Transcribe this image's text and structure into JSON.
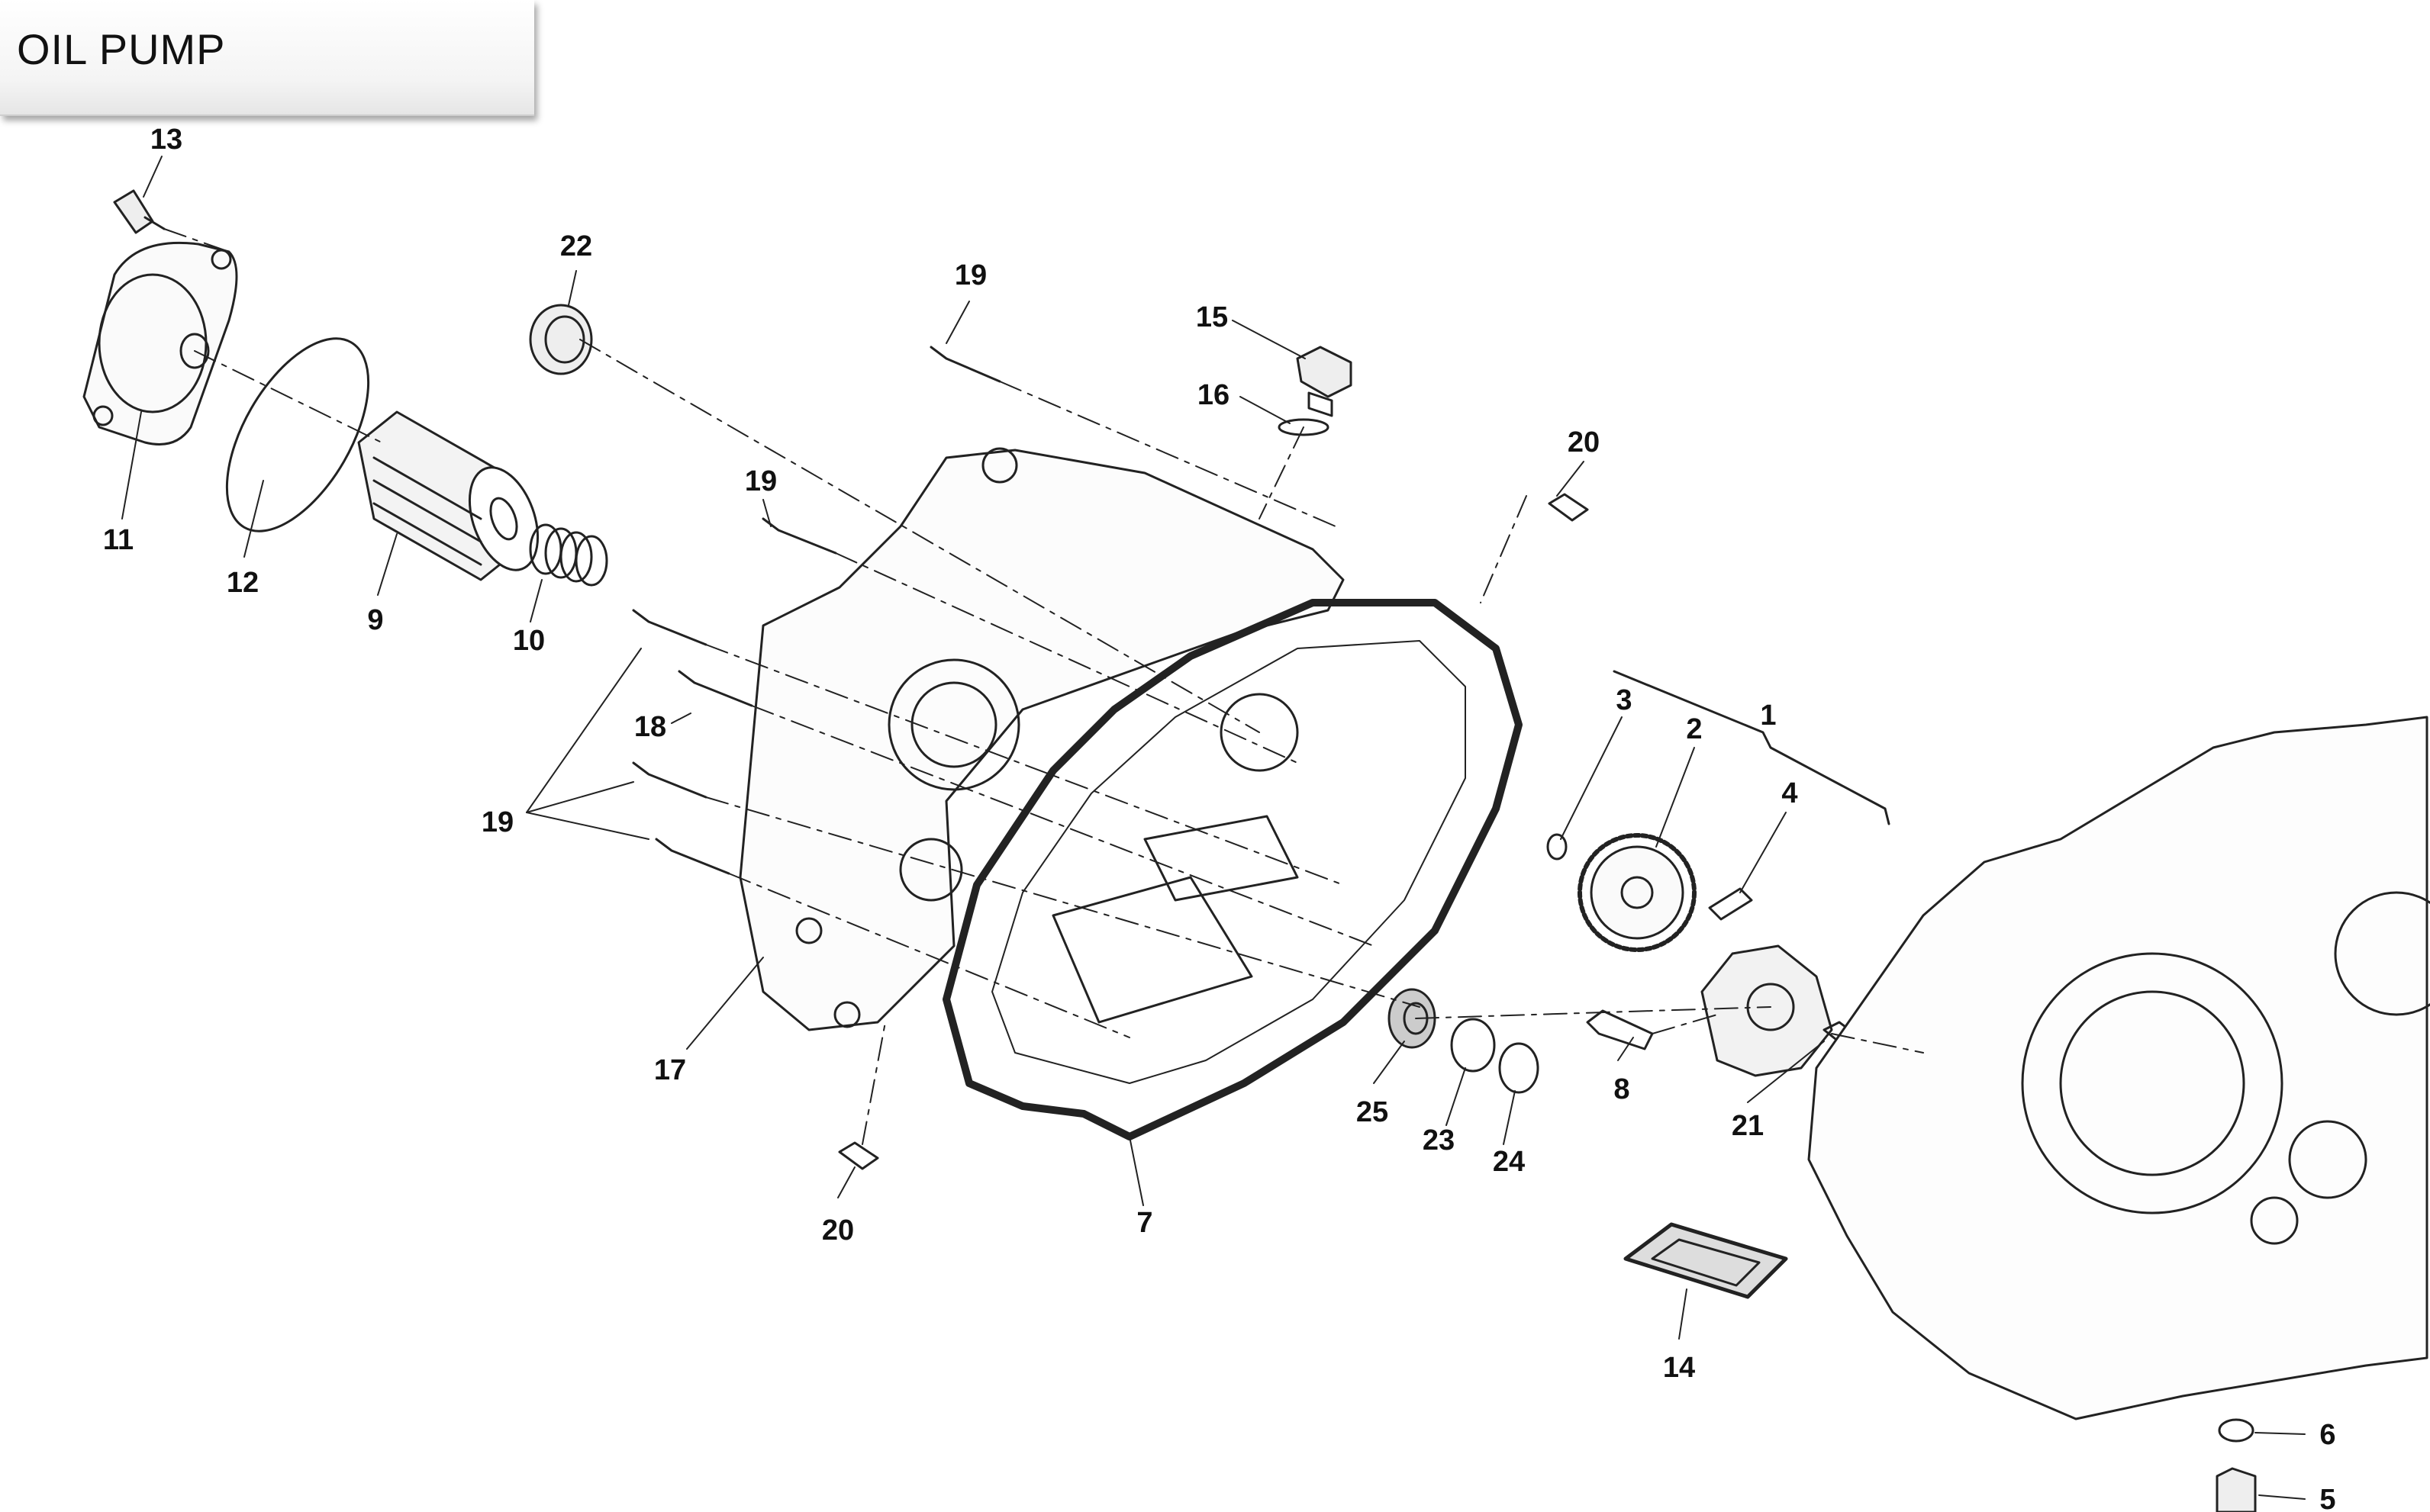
{
  "page": {
    "title": "OIL PUMP"
  },
  "callouts": [
    {
      "label": "13"
    },
    {
      "label": "22"
    },
    {
      "label": "19"
    },
    {
      "label": "15"
    },
    {
      "label": "16"
    },
    {
      "label": "20"
    },
    {
      "label": "11"
    },
    {
      "label": "12"
    },
    {
      "label": "9"
    },
    {
      "label": "10"
    },
    {
      "label": "19"
    },
    {
      "label": "18"
    },
    {
      "label": "19"
    },
    {
      "label": "17"
    },
    {
      "label": "20"
    },
    {
      "label": "7"
    },
    {
      "label": "3"
    },
    {
      "label": "2"
    },
    {
      "label": "1"
    },
    {
      "label": "4"
    },
    {
      "label": "8"
    },
    {
      "label": "21"
    },
    {
      "label": "25"
    },
    {
      "label": "23"
    },
    {
      "label": "24"
    },
    {
      "label": "14"
    },
    {
      "label": "6"
    },
    {
      "label": "5"
    }
  ]
}
